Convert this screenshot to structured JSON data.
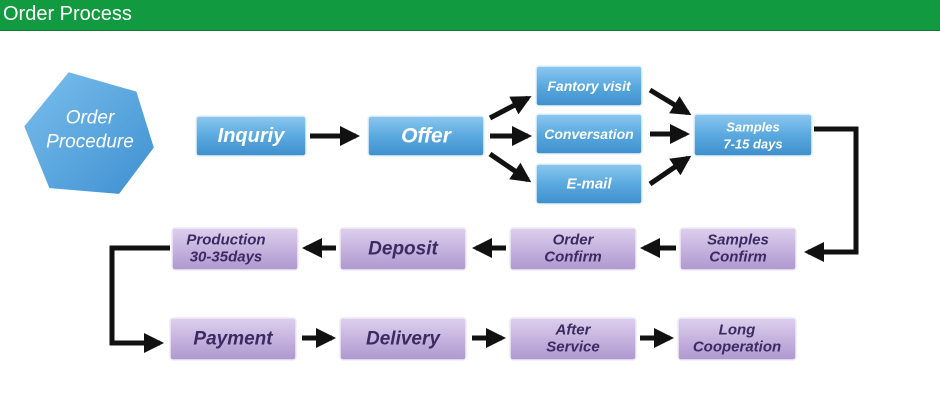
{
  "header": {
    "title": "Order Process"
  },
  "colors": {
    "header_bg": "#119a3f",
    "blue_box": "#5aa9df",
    "purple_box": "#c6b3de",
    "arrow": "#111111"
  },
  "hexagon": {
    "lines": [
      "Order",
      "Procedure"
    ]
  },
  "steps": {
    "inquiry": {
      "lines": [
        "Inquriy"
      ]
    },
    "offer": {
      "lines": [
        "Offer"
      ]
    },
    "factory_visit": {
      "lines": [
        "Fantory visit"
      ]
    },
    "conversation": {
      "lines": [
        "Conversation"
      ]
    },
    "email": {
      "lines": [
        "E-mail"
      ]
    },
    "samples": {
      "lines": [
        "Samples",
        "7-15 days"
      ]
    },
    "samples_confirm": {
      "lines": [
        "Samples",
        "Confirm"
      ]
    },
    "order_confirm": {
      "lines": [
        "Order",
        "Confirm"
      ]
    },
    "deposit": {
      "lines": [
        "Deposit"
      ]
    },
    "production": {
      "lines": [
        "Production",
        "30-35days"
      ]
    },
    "payment": {
      "lines": [
        "Payment"
      ]
    },
    "delivery": {
      "lines": [
        "Delivery"
      ]
    },
    "after_service": {
      "lines": [
        "After",
        "Service"
      ]
    },
    "long_cooperation": {
      "lines": [
        "Long",
        "Cooperation"
      ]
    }
  }
}
